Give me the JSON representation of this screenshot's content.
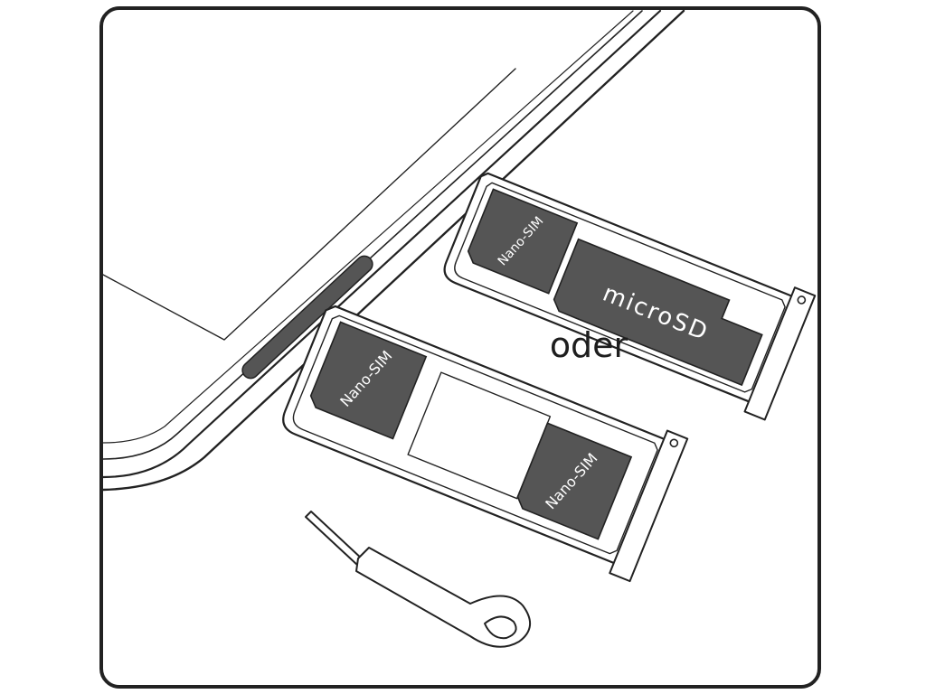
{
  "labels": {
    "tray_top_slot1": "Nano-SIM",
    "tray_top_slot2": "microSD",
    "separator": "oder",
    "tray_bottom_slot1": "Nano-SIM",
    "tray_bottom_slot2": "Nano-SIM"
  },
  "colors": {
    "outline": "#1e1e1e",
    "card_fill": "#555555",
    "card_text": "#ffffff",
    "tray_fill": "#ffffff",
    "frame_stroke": "#222222"
  }
}
